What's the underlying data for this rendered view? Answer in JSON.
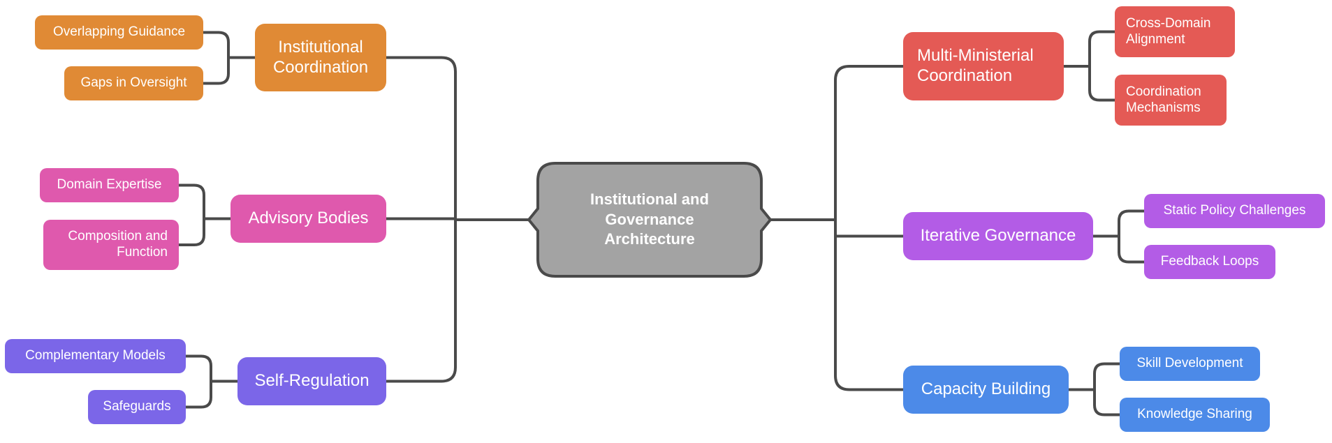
{
  "root": {
    "label": "Institutional and Governance Architecture",
    "color": "#a3a3a3"
  },
  "connector_color": "#4a4a4a",
  "branches": [
    {
      "id": "institutional-coordination",
      "label": "Institutional Coordination",
      "color": "#e08a35",
      "children": [
        "Overlapping Guidance",
        "Gaps in Oversight"
      ]
    },
    {
      "id": "advisory-bodies",
      "label": "Advisory Bodies",
      "color": "#df59ad",
      "children": [
        "Domain Expertise",
        "Composition and Function"
      ]
    },
    {
      "id": "self-regulation",
      "label": "Self-Regulation",
      "color": "#7b66e8",
      "children": [
        "Complementary Models",
        "Safeguards"
      ]
    },
    {
      "id": "multi-ministerial-coordination",
      "label": "Multi-Ministerial Coordination",
      "color": "#e45a55",
      "children": [
        "Cross-Domain Alignment",
        "Coordination Mechanisms"
      ]
    },
    {
      "id": "iterative-governance",
      "label": "Iterative Governance",
      "color": "#b35ce6",
      "children": [
        "Static Policy Challenges",
        "Feedback Loops"
      ]
    },
    {
      "id": "capacity-building",
      "label": "Capacity Building",
      "color": "#4c8ae8",
      "children": [
        "Skill Development",
        "Knowledge Sharing"
      ]
    }
  ]
}
